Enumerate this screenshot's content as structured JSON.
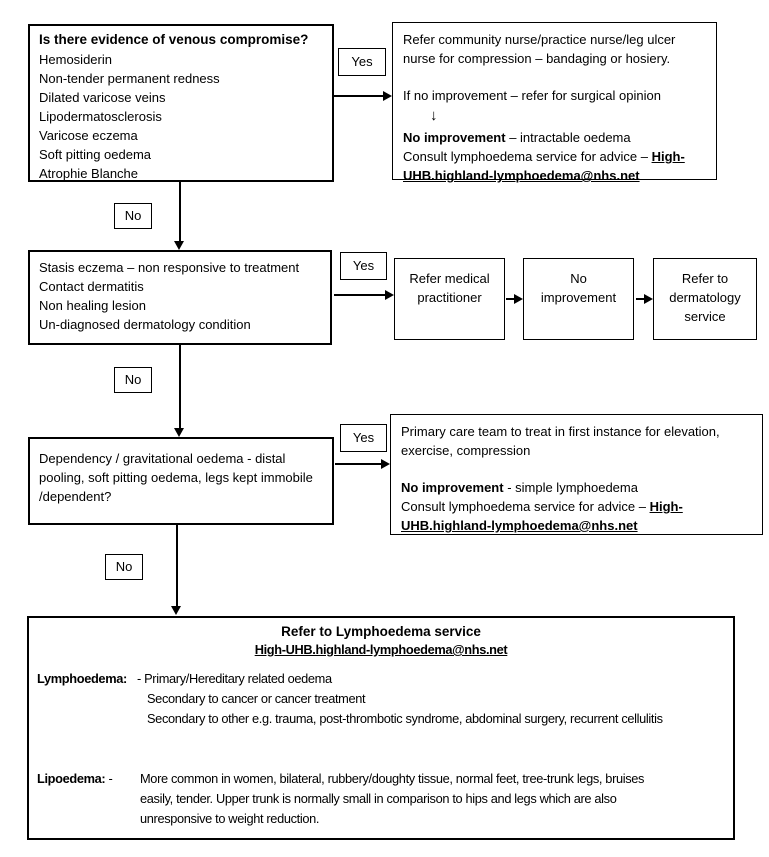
{
  "labels": {
    "yes": "Yes",
    "no": "No"
  },
  "icons": {
    "down_arrow": "↓"
  },
  "email": "High-UHB.highland-lymphoedema@nhs.net",
  "email_parts": [
    "High-",
    "UHB.highland-lymphoedema@nhs.net"
  ],
  "q1": {
    "title": "Is there evidence of venous compromise?",
    "items": [
      "Hemosiderin",
      "Non-tender permanent redness",
      "Dilated varicose veins",
      "Lipodermatosclerosis",
      "Varicose eczema",
      "Soft pitting oedema",
      "Atrophie Blanche"
    ]
  },
  "a1": {
    "lines": [
      "Refer community nurse/practice nurse/leg ulcer",
      "nurse for compression – bandaging or hosiery."
    ],
    "if_no": "If no improvement – refer for surgical opinion",
    "noimp_bold": "No improvement",
    "noimp_rest": " – intractable oedema",
    "consult": "Consult lymphoedema service for advice – "
  },
  "q2": {
    "items": [
      "Stasis eczema – non responsive to treatment",
      "Contact dermatitis",
      "Non healing lesion",
      "Un-diagnosed dermatology condition"
    ]
  },
  "a2": {
    "box1_lines": [
      "Refer medical",
      "practitioner"
    ],
    "box2_lines": [
      "No",
      "improvement"
    ],
    "box3_lines": [
      "Refer to",
      "dermatology",
      "service"
    ]
  },
  "q3": {
    "lines": [
      "Dependency / gravitational oedema - distal",
      "pooling, soft pitting oedema, legs kept immobile",
      "/dependent?"
    ]
  },
  "a3": {
    "lines": [
      "Primary care team to treat in first instance for elevation,",
      "exercise, compression"
    ],
    "noimp_bold": "No improvement",
    "noimp_rest": " - simple lymphoedema",
    "consult": "Consult lymphoedema service for advice – "
  },
  "final": {
    "title": "Refer to Lymphoedema service",
    "lymph_label": "Lymphoedema:",
    "lymph_lines": [
      "- Primary/Hereditary related oedema",
      "Secondary to cancer or cancer treatment",
      "Secondary to other e.g. trauma, post-thrombotic syndrome, abdominal surgery, recurrent cellulitis"
    ],
    "lipo_label": "Lipoedema:",
    "lipo_dash": "-",
    "lipo_lines": [
      "More common in women, bilateral, rubbery/doughty tissue, normal feet, tree-trunk legs, bruises",
      "easily, tender. Upper trunk is normally small in comparison to hips and legs which are also",
      "unresponsive to weight reduction."
    ]
  }
}
